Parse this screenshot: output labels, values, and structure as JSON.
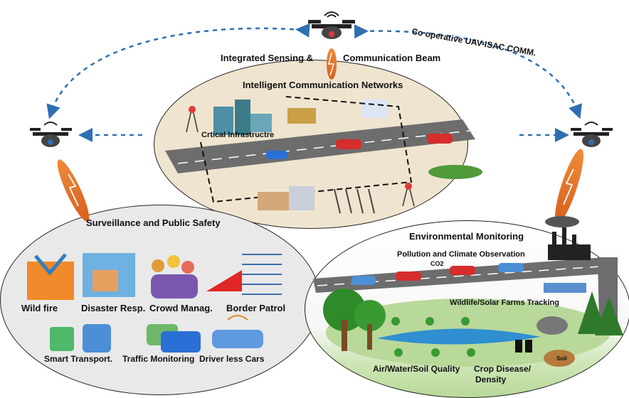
{
  "labels": {
    "coop_comm": "Co operative UAV-ISAC COMM.",
    "isac_beam_left": "Integrated Sensing &",
    "isac_beam_right": "Communication Beam",
    "icn_title": "Intelligent Communication Networks",
    "critical_infra": "Crtical Infrastructre"
  },
  "surveillance": {
    "title": "Surveillance and Public Safety",
    "items": [
      "Wild fire",
      "Disaster Resp.",
      "Crowd Manag.",
      "Border Patrol",
      "Smart Transport.",
      "Traffic Monitoring",
      "Driver less Cars"
    ]
  },
  "environment": {
    "title": "Environmental Monitoring",
    "pollution": "Pollution and Climate Observation",
    "co2": "CO2",
    "wildlife": "Wildlife/Solar Farms Tracking",
    "soil": "Soil",
    "air": "Air/Water/Soil Quality",
    "crop_line1": "Crop Disease/",
    "crop_line2": "Density"
  },
  "colors": {
    "arrow_blue": "#2f6fb0",
    "beam_orange": "#e8742a",
    "road_gray": "#6d6d6d",
    "ellipse_beige": "#efe4cf",
    "ellipse_gray": "#e9e9e9"
  }
}
